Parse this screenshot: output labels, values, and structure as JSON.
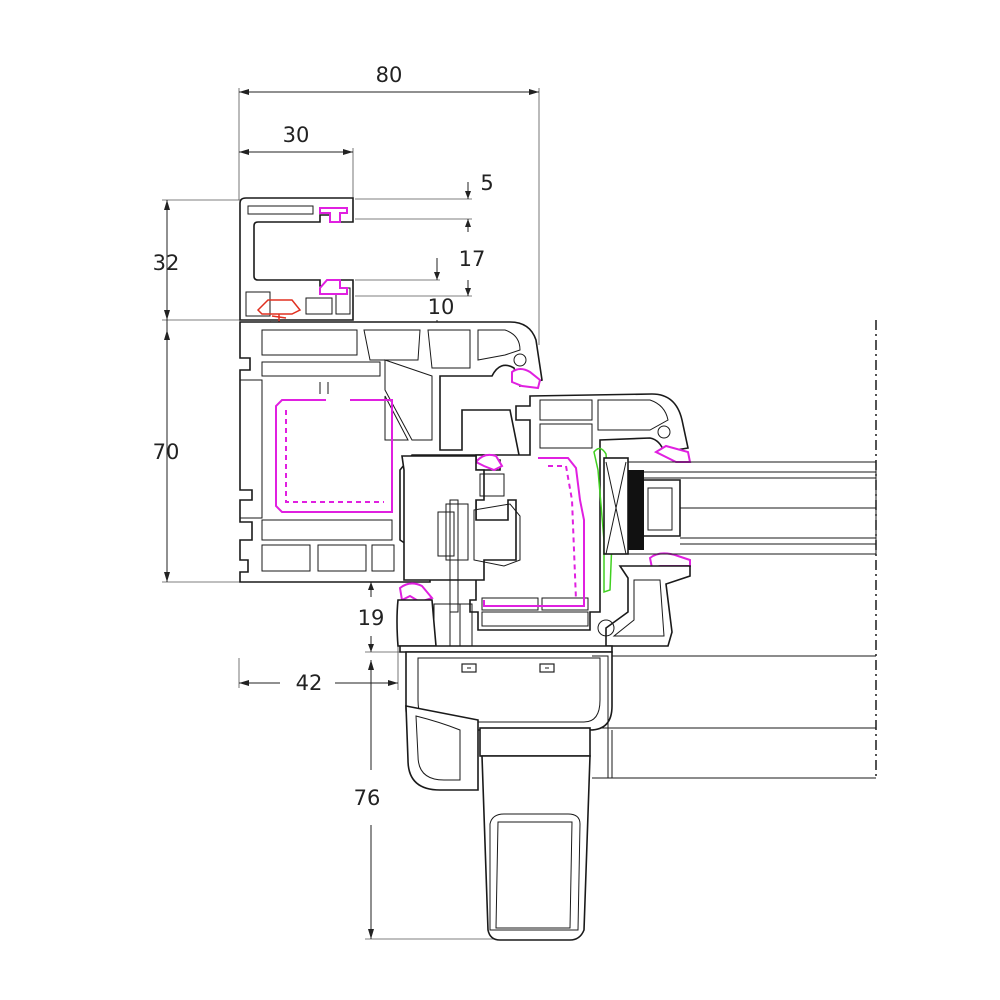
{
  "dimensions": {
    "total_width": "80",
    "top_width": "30",
    "gap_top": "5",
    "gap_mid": "17",
    "gap_low": "10",
    "top_height": "32",
    "frame_height": "70",
    "sash_offset": "19",
    "handle_offset": "42",
    "handle_height": "76"
  },
  "colors": {
    "outline": "#1a1a1a",
    "seal": "#e020e0",
    "screw": "#e03020",
    "gasket": "#40d020"
  }
}
